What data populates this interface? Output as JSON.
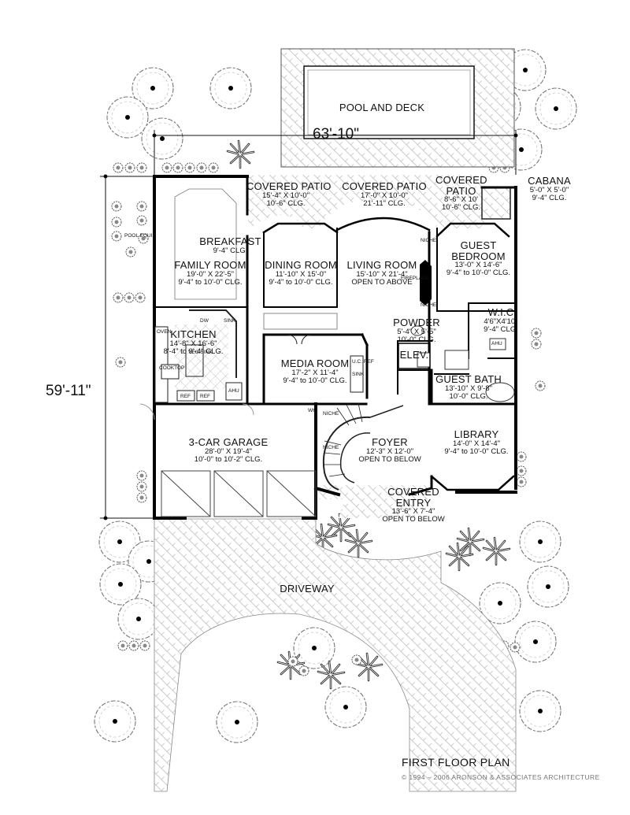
{
  "dimensions": {
    "width": "63'-10\"",
    "depth": "59'-11\""
  },
  "rooms": {
    "pool": {
      "name": "POOL AND DECK"
    },
    "cabana": {
      "name": "CABANA",
      "dims": "5'-0\" X 5'-0\"",
      "ceiling": "9'-4\" CLG."
    },
    "covered_patio_1": {
      "name": "COVERED PATIO",
      "dims": "15'-4\" X 10'-0\"",
      "ceiling": "10'-6\" CLG."
    },
    "covered_patio_2": {
      "name": "COVERED PATIO",
      "dims": "17'-0\" X 10'-0\"",
      "ceiling": "21'-11\" CLG."
    },
    "covered_patio_3": {
      "name1": "COVERED",
      "name2": "PATIO",
      "dims": "8'-6\" X 10'",
      "ceiling": "10'-6\" CLG."
    },
    "breakfast": {
      "name": "BREAKFAST",
      "ceiling": "9'-4\" CLG."
    },
    "family": {
      "name": "FAMILY ROOM",
      "dims": "19'-0\" X 22'-5\"",
      "ceiling": "9'-4\" to 10'-0\" CLG."
    },
    "dining": {
      "name": "DINING ROOM",
      "dims": "11'-10\" X 15'-0\"",
      "ceiling": "9'-4\" to 10'-0\" CLG."
    },
    "living": {
      "name": "LIVING ROOM",
      "dims": "15'-10\" X 21'-4\"",
      "ceiling": "OPEN TO ABOVE"
    },
    "guest_bedroom": {
      "name1": "GUEST",
      "name2": "BEDROOM",
      "dims": "13'-0\" X 14'-6\"",
      "ceiling": "9'-4\" to 10'-0\" CLG."
    },
    "kitchen": {
      "name": "KITCHEN",
      "dims": "14'-8\" X 16'-6\"",
      "ceiling": "8'-4\" to 9'-4\" CLG."
    },
    "powder": {
      "name": "POWDER",
      "dims": "5'-4\" X 5'-5\"",
      "ceiling": "10'-0\" CLG."
    },
    "wic": {
      "name": "W.I.C",
      "dims": "4'6\"X4'10\"",
      "ceiling": "9'-4\" CLG."
    },
    "elev": {
      "name": "ELEV."
    },
    "media": {
      "name": "MEDIA ROOM",
      "dims": "17'-2\" X 11'-4\"",
      "ceiling": "9'-4\" to 10'-0\" CLG."
    },
    "guest_bath": {
      "name": "GUEST BATH",
      "dims": "13'-10\" X 9'-8\"",
      "ceiling": "10'-0\" CLG."
    },
    "garage": {
      "name": "3-CAR GARAGE",
      "dims": "28'-0\" X 19'-4\"",
      "ceiling": "10'-0\" to 10'-2\" CLG."
    },
    "foyer": {
      "name": "FOYER",
      "dims": "12'-3\" X 12'-0\"",
      "ceiling": "OPEN TO BELOW"
    },
    "library": {
      "name": "LIBRARY",
      "dims": "14'-0\" X 14'-4\"",
      "ceiling": "9'-4\" to 10'-0\" CLG."
    },
    "covered_entry": {
      "name1": "COVERED",
      "name2": "ENTRY",
      "dims": "13'-6\" X 7'-4\"",
      "ceiling": "OPEN TO BELOW"
    },
    "driveway": {
      "name": "DRIVEWAY"
    }
  },
  "small_labels": {
    "pool_equip": "POOL EQUIP",
    "dw": "DW",
    "sink": "SINK",
    "oven": "OVEN",
    "veg_sink": "VEG SINK",
    "cooktop": "COOKTOP",
    "ref1": "REF",
    "ref2": "REF",
    "ahu1": "AHU",
    "ahu2": "AHU",
    "wh": "WH",
    "uc_ref": "U.C. REF",
    "bar_sink": "SINK",
    "niche1": "NICHE",
    "niche2": "NICHE",
    "niche3": "NICHE",
    "niche4": "NICHE",
    "fireplace": "FIREPLACE"
  },
  "title": "FIRST FLOOR PLAN",
  "copyright": "© 1994 – 2006 ARONSON & ASSOCIATES ARCHITECTURE"
}
